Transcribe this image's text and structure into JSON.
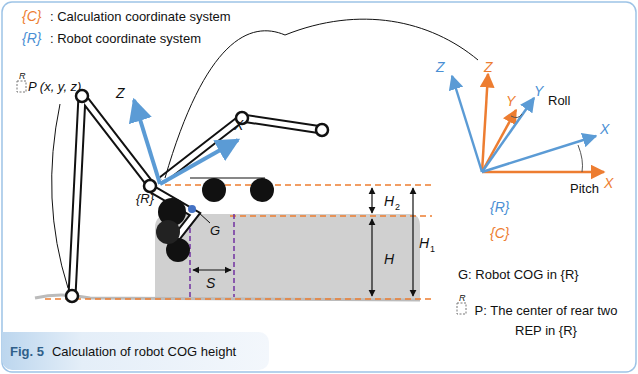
{
  "diagram": {
    "nodes": [
      {
        "text": [
          "Fig. 5",
          "Calculation of robot COG height"
        ]
      }
    ],
    "labels": [
      "{C}",
      ": Calculation coordinate system",
      "{R}",
      ": Robot coordinate system",
      "Z",
      "X",
      "{R}",
      "R",
      "P (x, y, z)",
      "H",
      "2",
      "H",
      "H",
      "1",
      "S",
      "G",
      "Z",
      "Z",
      "Y",
      "Roll",
      "Y",
      "X",
      "Pitch",
      "X",
      "{R}",
      "{C}",
      "G: Robot COG in {R}",
      "R",
      "P: The center of rear two REP in {R}"
    ]
  }
}
